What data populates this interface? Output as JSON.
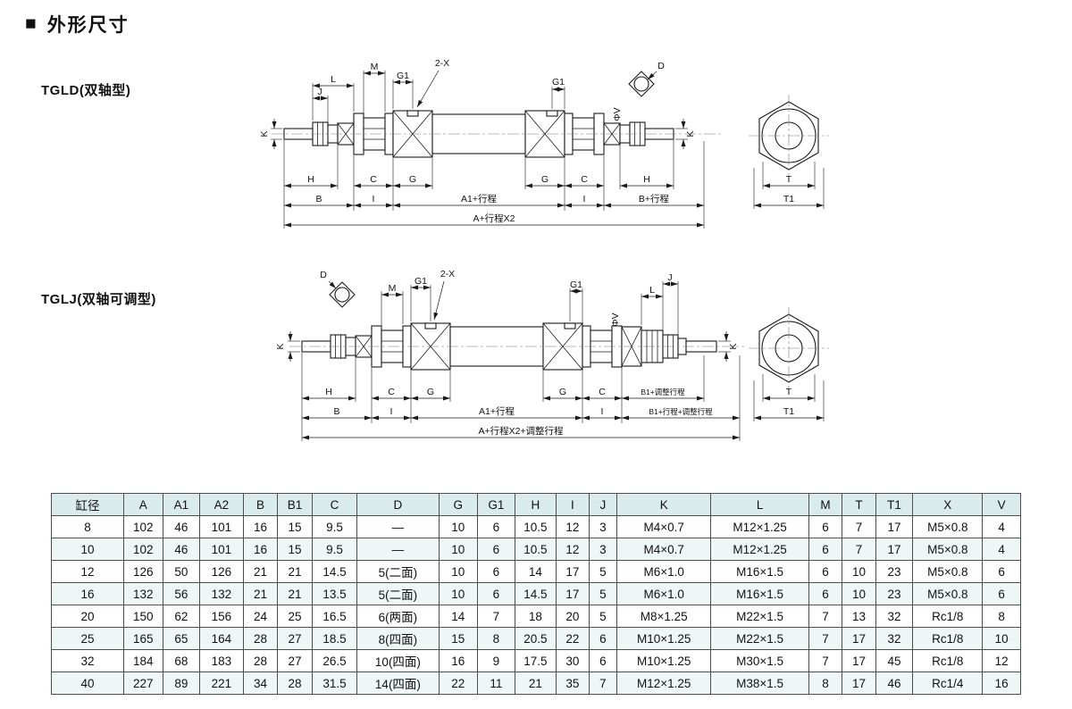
{
  "page": {
    "title_marker": "■",
    "title": "外形尺寸"
  },
  "colors": {
    "table_header_bg": "#d9eceb",
    "table_row_alt_bg": "#eef7f6",
    "line": "#1a1a1a"
  },
  "tgld": {
    "label": "TGLD(双轴型)",
    "dims": {
      "j": "J",
      "l": "L",
      "m": "M",
      "g1_left": "G1",
      "x2": "2-X",
      "g1_right": "G1",
      "d": "D",
      "phi_v": "ΦV",
      "k_left": "K",
      "k_right": "K",
      "h_left": "H",
      "c_left": "C",
      "g_left": "G",
      "g_right": "G",
      "c_right": "C",
      "h_right": "H",
      "b_left": "B",
      "i_left": "I",
      "a1_stroke": "A1+行程",
      "i_right": "I",
      "b_stroke": "B+行程",
      "a_total": "A+行程X2",
      "t": "T",
      "t1": "T1"
    }
  },
  "tglj": {
    "label": "TGLJ(双轴可调型)",
    "dims": {
      "d": "D",
      "m": "M",
      "g1_left": "G1",
      "x2": "2-X",
      "g1_right": "G1",
      "l": "L",
      "j": "J",
      "phi_v": "ΦV",
      "k_left": "K",
      "k_right": "K",
      "h_left": "H",
      "c_left": "C",
      "g_left": "G",
      "g_right": "G",
      "c_right": "C",
      "b1_adj": "B1+调整行程",
      "b_left": "B",
      "i_left": "I",
      "a1_stroke": "A1+行程",
      "i_right": "I",
      "b1_stroke_adj": "B1+行程+调整行程",
      "a_total": "A+行程X2+调整行程",
      "t": "T",
      "t1": "T1"
    }
  },
  "table": {
    "headers": [
      "缸径",
      "A",
      "A1",
      "A2",
      "B",
      "B1",
      "C",
      "D",
      "G",
      "G1",
      "H",
      "I",
      "J",
      "K",
      "L",
      "M",
      "T",
      "T1",
      "X",
      "V"
    ],
    "rows": [
      [
        "8",
        "102",
        "46",
        "101",
        "16",
        "15",
        "9.5",
        "—",
        "10",
        "6",
        "10.5",
        "12",
        "3",
        "M4×0.7",
        "M12×1.25",
        "6",
        "7",
        "17",
        "M5×0.8",
        "4"
      ],
      [
        "10",
        "102",
        "46",
        "101",
        "16",
        "15",
        "9.5",
        "—",
        "10",
        "6",
        "10.5",
        "12",
        "3",
        "M4×0.7",
        "M12×1.25",
        "6",
        "7",
        "17",
        "M5×0.8",
        "4"
      ],
      [
        "12",
        "126",
        "50",
        "126",
        "21",
        "21",
        "14.5",
        "5(二面)",
        "10",
        "6",
        "14",
        "17",
        "5",
        "M6×1.0",
        "M16×1.5",
        "6",
        "10",
        "23",
        "M5×0.8",
        "6"
      ],
      [
        "16",
        "132",
        "56",
        "132",
        "21",
        "21",
        "13.5",
        "5(二面)",
        "10",
        "6",
        "14.5",
        "17",
        "5",
        "M6×1.0",
        "M16×1.5",
        "6",
        "10",
        "23",
        "M5×0.8",
        "6"
      ],
      [
        "20",
        "150",
        "62",
        "156",
        "24",
        "25",
        "16.5",
        "6(两面)",
        "14",
        "7",
        "18",
        "20",
        "5",
        "M8×1.25",
        "M22×1.5",
        "7",
        "13",
        "32",
        "Rc1/8",
        "8"
      ],
      [
        "25",
        "165",
        "65",
        "164",
        "28",
        "27",
        "18.5",
        "8(四面)",
        "15",
        "8",
        "20.5",
        "22",
        "6",
        "M10×1.25",
        "M22×1.5",
        "7",
        "17",
        "32",
        "Rc1/8",
        "10"
      ],
      [
        "32",
        "184",
        "68",
        "183",
        "28",
        "27",
        "26.5",
        "10(四面)",
        "16",
        "9",
        "17.5",
        "30",
        "6",
        "M10×1.25",
        "M30×1.5",
        "7",
        "17",
        "45",
        "Rc1/8",
        "12"
      ],
      [
        "40",
        "227",
        "89",
        "221",
        "34",
        "28",
        "31.5",
        "14(四面)",
        "22",
        "11",
        "21",
        "35",
        "7",
        "M12×1.25",
        "M38×1.5",
        "8",
        "17",
        "46",
        "Rc1/4",
        "16"
      ]
    ]
  }
}
